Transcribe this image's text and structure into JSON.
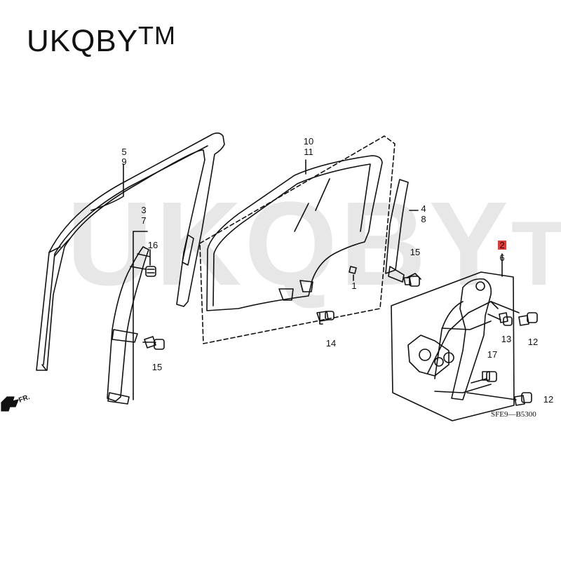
{
  "brand": {
    "name": "UKQBY",
    "tm": "TM"
  },
  "watermark": {
    "name": "UKQBY",
    "tm": "TM"
  },
  "diagram_code": "SFE9—B5300",
  "direction_label": "FR.",
  "highlight_color": "#e53935",
  "callouts": [
    {
      "id": "c5",
      "text": "5"
    },
    {
      "id": "c9",
      "text": "9"
    },
    {
      "id": "c3",
      "text": "3"
    },
    {
      "id": "c7",
      "text": "7"
    },
    {
      "id": "c16",
      "text": "16"
    },
    {
      "id": "c15a",
      "text": "15"
    },
    {
      "id": "c10",
      "text": "10"
    },
    {
      "id": "c11",
      "text": "11"
    },
    {
      "id": "c1",
      "text": "1"
    },
    {
      "id": "c14",
      "text": "14"
    },
    {
      "id": "c4",
      "text": "4"
    },
    {
      "id": "c8",
      "text": "8"
    },
    {
      "id": "c15b",
      "text": "15"
    },
    {
      "id": "c2",
      "text": "2"
    },
    {
      "id": "c6",
      "text": "6"
    },
    {
      "id": "c13",
      "text": "13"
    },
    {
      "id": "c12a",
      "text": "12"
    },
    {
      "id": "c17",
      "text": "17"
    },
    {
      "id": "c12b",
      "text": "12"
    }
  ]
}
